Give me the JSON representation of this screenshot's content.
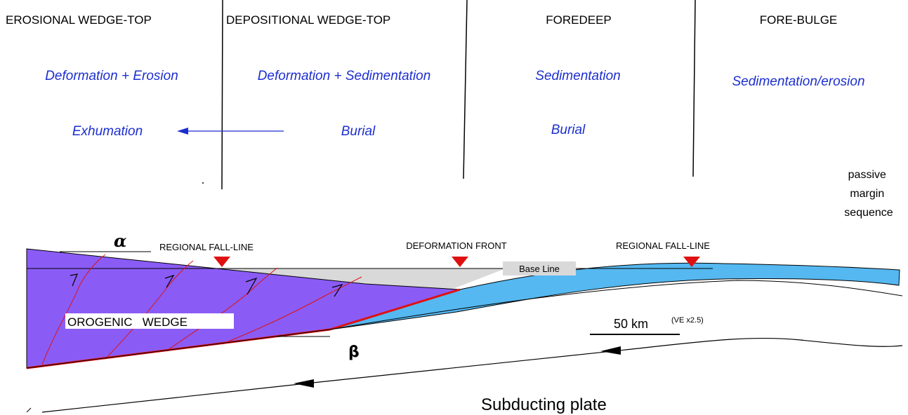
{
  "zones": [
    {
      "title": "EROSIONAL WEDGE-TOP",
      "process": "Deformation + Erosion",
      "history": "Exhumation"
    },
    {
      "title": "DEPOSITIONAL WEDGE-TOP",
      "process": "Deformation + Sedimentation",
      "history": "Burial"
    },
    {
      "title": "FOREDEEP",
      "process": "Sedimentation",
      "history": "Burial"
    },
    {
      "title": "FORE-BULGE",
      "process": "Sedimentation/erosion",
      "history": ""
    }
  ],
  "passive_margin": [
    "passive",
    "margin",
    "sequence"
  ],
  "section_labels": {
    "alpha": "α",
    "beta": "β",
    "regional_fall_line_left": "REGIONAL FALL-LINE",
    "deformation_front": "DEFORMATION FRONT",
    "regional_fall_line_right": "REGIONAL FALL-LINE",
    "base_line": "Base Line",
    "orogenic_wedge": "OROGENIC   WEDGE",
    "scale": "50 km",
    "vertical_exaggeration": "(VE x2.5)",
    "subducting_plate": "Subducting plate"
  },
  "colors": {
    "wedge": "#8a5cf5",
    "passive_margin_layer": "#55b8f0",
    "foredeep_fill": "#d9d9d9",
    "faults": "#e01010",
    "text_blue": "#1c2ecf",
    "marker": "#e01010"
  }
}
